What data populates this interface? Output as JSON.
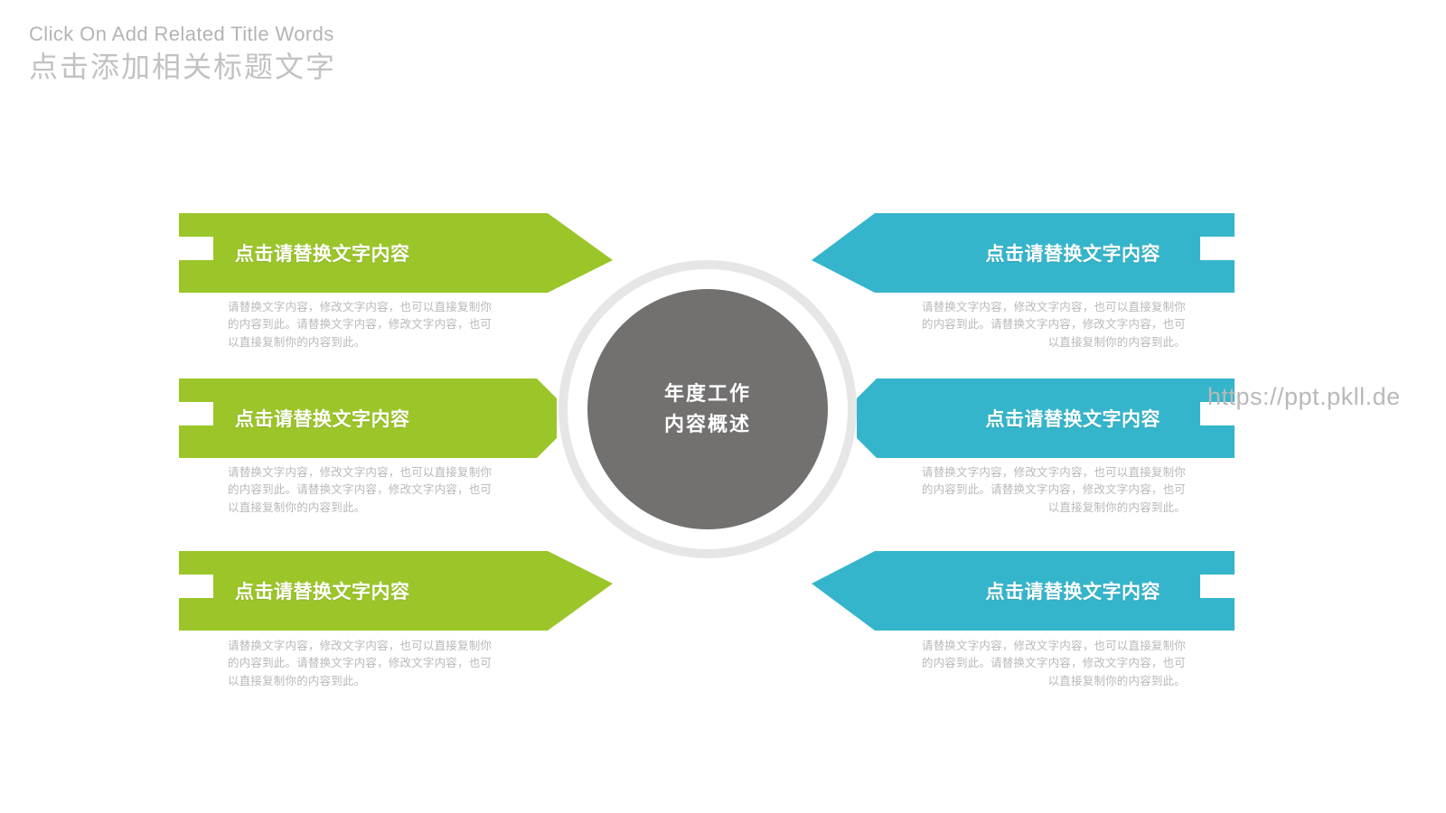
{
  "header": {
    "english_title": "Click On Add Related Title Words",
    "chinese_title": "点击添加相关标题文字"
  },
  "center": {
    "line1": "年度工作",
    "line2": "内容概述"
  },
  "watermark": {
    "text": "https://ppt.pkll.de"
  },
  "colors": {
    "green": "#9bc529",
    "teal": "#35b5cb",
    "center_gray": "#737070",
    "ring_gray": "#e6e6e6",
    "body_text": "#b9b9b9",
    "header_en": "#b4b4b4",
    "header_cn": "#c2c2c2",
    "background": "#ffffff"
  },
  "items": [
    {
      "side": "left",
      "color": "#9bc529",
      "title": "点击请替换文字内容",
      "body": "请替换文字内容，修改文字内容，也可以直接复制你的内容到此。请替换文字内容，修改文字内容，也可以直接复制你的内容到此。"
    },
    {
      "side": "right",
      "color": "#35b5cb",
      "title": "点击请替换文字内容",
      "body": "请替换文字内容，修改文字内容，也可以直接复制你的内容到此。请替换文字内容，修改文字内容，也可以直接复制你的内容到此。"
    },
    {
      "side": "left",
      "color": "#9bc529",
      "title": "点击请替换文字内容",
      "body": "请替换文字内容，修改文字内容，也可以直接复制你的内容到此。请替换文字内容，修改文字内容，也可以直接复制你的内容到此。"
    },
    {
      "side": "right",
      "color": "#35b5cb",
      "title": "点击请替换文字内容",
      "body": "请替换文字内容，修改文字内容，也可以直接复制你的内容到此。请替换文字内容，修改文字内容，也可以直接复制你的内容到此。"
    },
    {
      "side": "left",
      "color": "#9bc529",
      "title": "点击请替换文字内容",
      "body": "请替换文字内容，修改文字内容，也可以直接复制你的内容到此。请替换文字内容，修改文字内容，也可以直接复制你的内容到此。"
    },
    {
      "side": "right",
      "color": "#35b5cb",
      "title": "点击请替换文字内容",
      "body": "请替换文字内容，修改文字内容，也可以直接复制你的内容到此。请替换文字内容，修改文字内容，也可以直接复制你的内容到此。"
    }
  ]
}
